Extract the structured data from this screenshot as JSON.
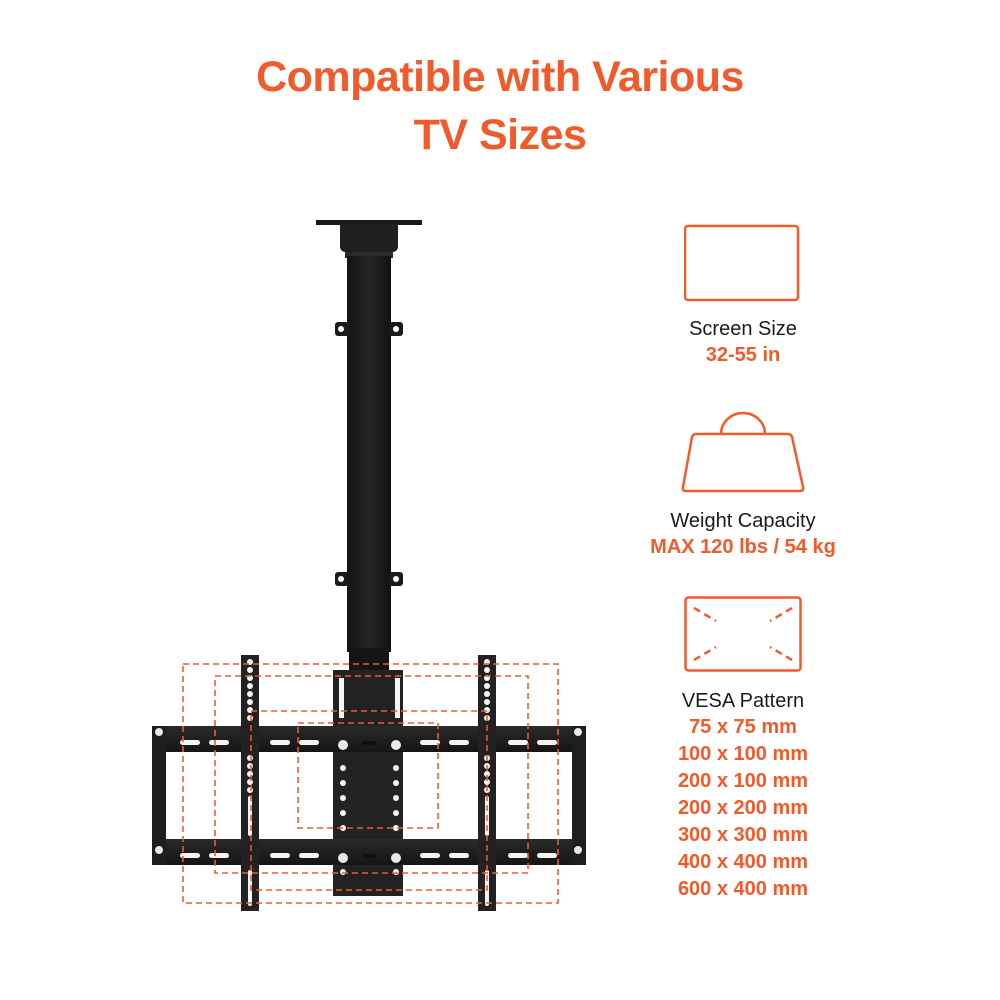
{
  "header": {
    "title_line1": "Compatible with Various",
    "title_line2": "TV Sizes"
  },
  "colors": {
    "accent": "#F15A2B",
    "text": "#1a1a1a",
    "mount": "#1c1c1c",
    "background": "#ffffff"
  },
  "product": {
    "image_name": "ceiling-tv-mount",
    "overlay_style": "dashed-orange-vesa-outlines"
  },
  "specs": {
    "screen": {
      "icon": "screen-icon",
      "label": "Screen Size",
      "value": "32-55 in"
    },
    "weight": {
      "icon": "weight-icon",
      "label": "Weight Capacity",
      "value": "MAX 120 lbs / 54 kg"
    },
    "vesa": {
      "icon": "vesa-pattern-icon",
      "label": "VESA Pattern",
      "values": [
        "75 x 75 mm",
        "100 x 100 mm",
        "200 x 100 mm",
        "200 x 200 mm",
        "300 x 300 mm",
        "400 x 400 mm",
        "600 x 400 mm"
      ]
    }
  }
}
